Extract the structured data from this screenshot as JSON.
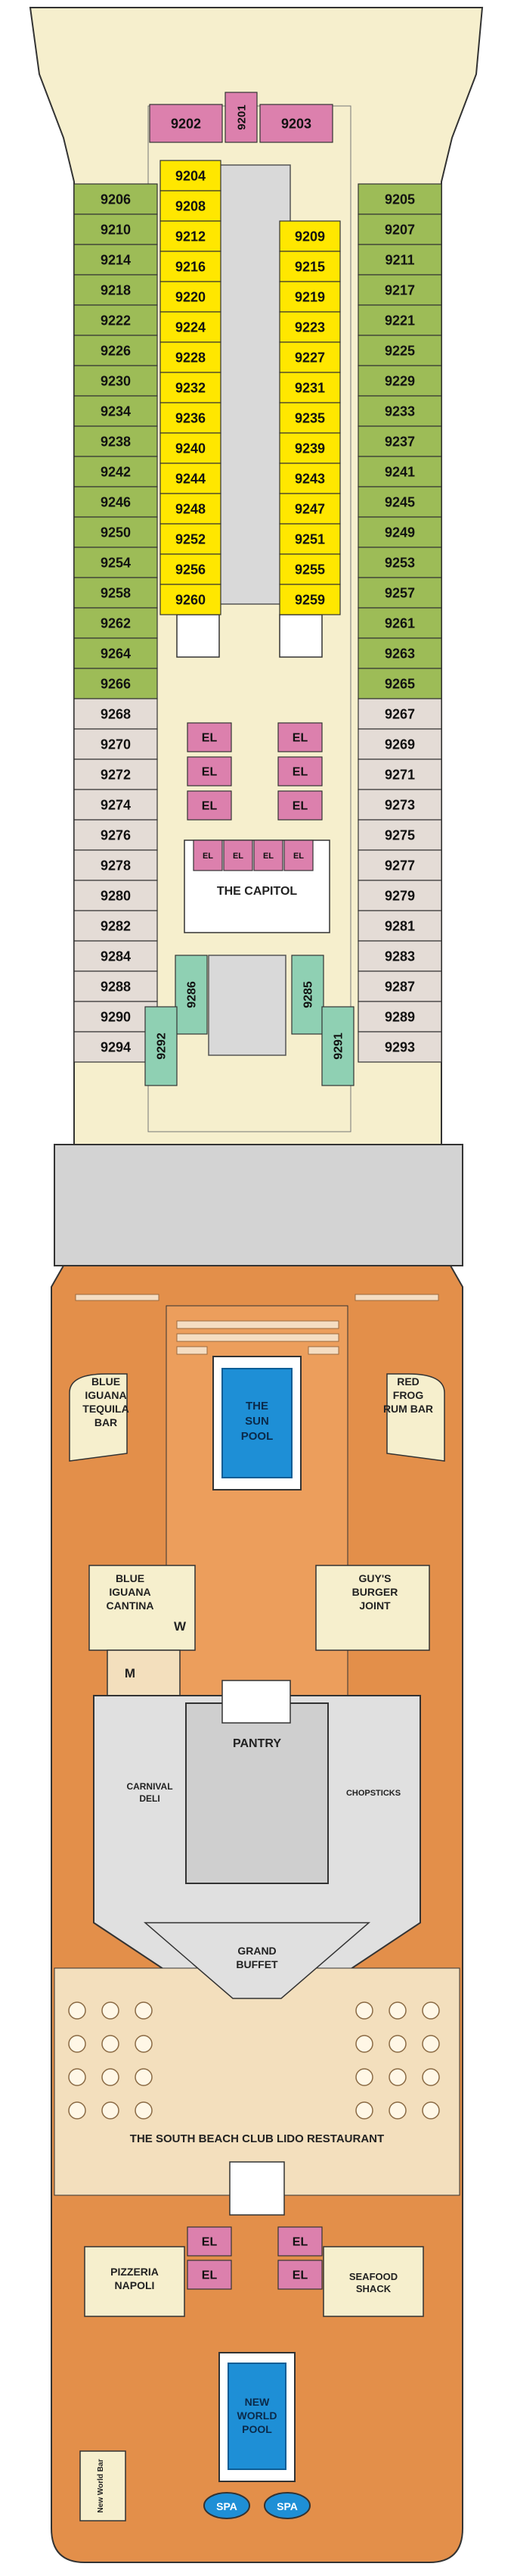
{
  "cabins": {
    "top": [
      "9202",
      "9201",
      "9203"
    ],
    "port_green": [
      "9206",
      "9210",
      "9214",
      "9218",
      "9222",
      "9226",
      "9230",
      "9234",
      "9238",
      "9242",
      "9246",
      "9250",
      "9254",
      "9258",
      "9262",
      "9264",
      "9266"
    ],
    "port_gray": [
      "9268",
      "9270",
      "9272",
      "9274",
      "9276",
      "9278",
      "9280",
      "9282",
      "9284",
      "9288",
      "9290",
      "9294"
    ],
    "star_green": [
      "9205",
      "9207",
      "9211",
      "9217",
      "9221",
      "9225",
      "9229",
      "9233",
      "9237",
      "9241",
      "9245",
      "9249",
      "9253",
      "9257",
      "9261",
      "9263",
      "9265"
    ],
    "star_gray": [
      "9267",
      "9269",
      "9271",
      "9273",
      "9275",
      "9277",
      "9279",
      "9281",
      "9283",
      "9287",
      "9289",
      "9293"
    ],
    "inner_left": [
      "9204",
      "9208",
      "9212",
      "9216",
      "9220",
      "9224",
      "9228",
      "9232",
      "9236",
      "9240",
      "9244",
      "9248",
      "9252",
      "9256",
      "9260"
    ],
    "inner_right": [
      "9209",
      "9215",
      "9219",
      "9223",
      "9227",
      "9231",
      "9235",
      "9239",
      "9243",
      "9247",
      "9251",
      "9255",
      "9259"
    ],
    "teal": [
      "9286",
      "9292",
      "9285",
      "9291"
    ]
  },
  "labels": {
    "elevator": "EL",
    "capitol": "THE CAPITOL",
    "tequila_bar": [
      "BLUE",
      "IGUANA",
      "TEQUILA",
      "BAR"
    ],
    "rum_bar": [
      "RED",
      "FROG",
      "RUM BAR"
    ],
    "sun_pool": [
      "THE",
      "SUN",
      "POOL"
    ],
    "cantina": [
      "BLUE",
      "IGUANA",
      "CANTINA"
    ],
    "burger": [
      "GUY'S",
      "BURGER",
      "JOINT"
    ],
    "women": "W",
    "men": "M",
    "pantry": "PANTRY",
    "deli": [
      "CARNIVAL",
      "DELI"
    ],
    "chopsticks": "CHOPSTICKS",
    "buffet": [
      "GRAND",
      "BUFFET"
    ],
    "lido": "THE SOUTH BEACH CLUB LIDO RESTAURANT",
    "pizzeria": [
      "PIZZERIA",
      "NAPOLI"
    ],
    "seafood": [
      "SEAFOOD",
      "SHACK"
    ],
    "nw_pool": [
      "NEW",
      "WORLD",
      "POOL"
    ],
    "spa": "SPA",
    "nw_bar": "New World Bar"
  },
  "colors": {
    "green": "#9dbc57",
    "gray": "#e4dcd6",
    "yellow": "#ffe700",
    "pink": "#dc80ad",
    "teal": "#8fd0b3",
    "deck_wood": "#e38f4a",
    "sand": "#f3dfbd",
    "corridor": "#f6efcd",
    "service": "#d8d8d8",
    "pool": "#1e8fd6"
  }
}
